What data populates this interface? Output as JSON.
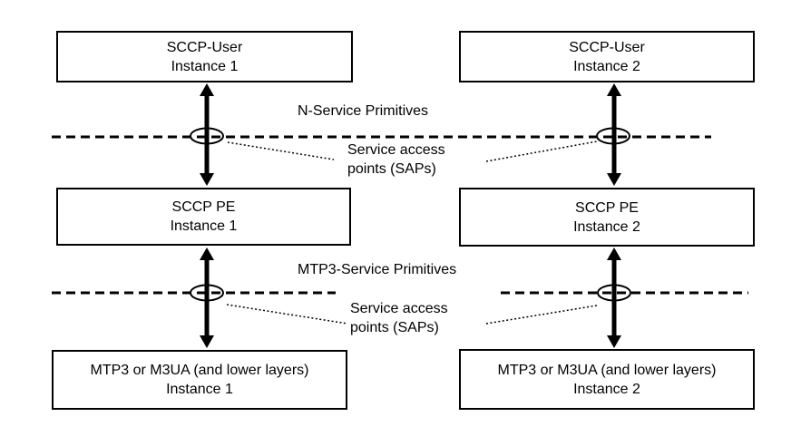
{
  "diagram": {
    "colors": {
      "line": "#000000",
      "text": "#000000",
      "background": "#ffffff"
    },
    "boxes": [
      {
        "id": "sccp-user-instance-1",
        "line1": "SCCP-User",
        "line2": "Instance 1"
      },
      {
        "id": "sccp-user-instance-2",
        "line1": "SCCP-User",
        "line2": "Instance 2"
      },
      {
        "id": "sccp-pe-instance-1",
        "line1": "SCCP PE",
        "line2": "Instance 1"
      },
      {
        "id": "sccp-pe-instance-2",
        "line1": "SCCP PE",
        "line2": "Instance 2"
      },
      {
        "id": "mtp3-instance-1",
        "line1": "MTP3 or M3UA (and lower layers)",
        "line2": "Instance 1"
      },
      {
        "id": "mtp3-instance-2",
        "line1": "MTP3 or M3UA (and lower layers)",
        "line2": "Instance 2"
      }
    ],
    "labels": {
      "n_service_primitives": "N-Service Primitives",
      "mtp3_service_primitives": "MTP3-Service Primitives"
    },
    "sap_labels": [
      {
        "line1": "Service access",
        "line2": "points (SAPs)"
      },
      {
        "line1": "Service access",
        "line2": "points (SAPs)"
      }
    ]
  }
}
